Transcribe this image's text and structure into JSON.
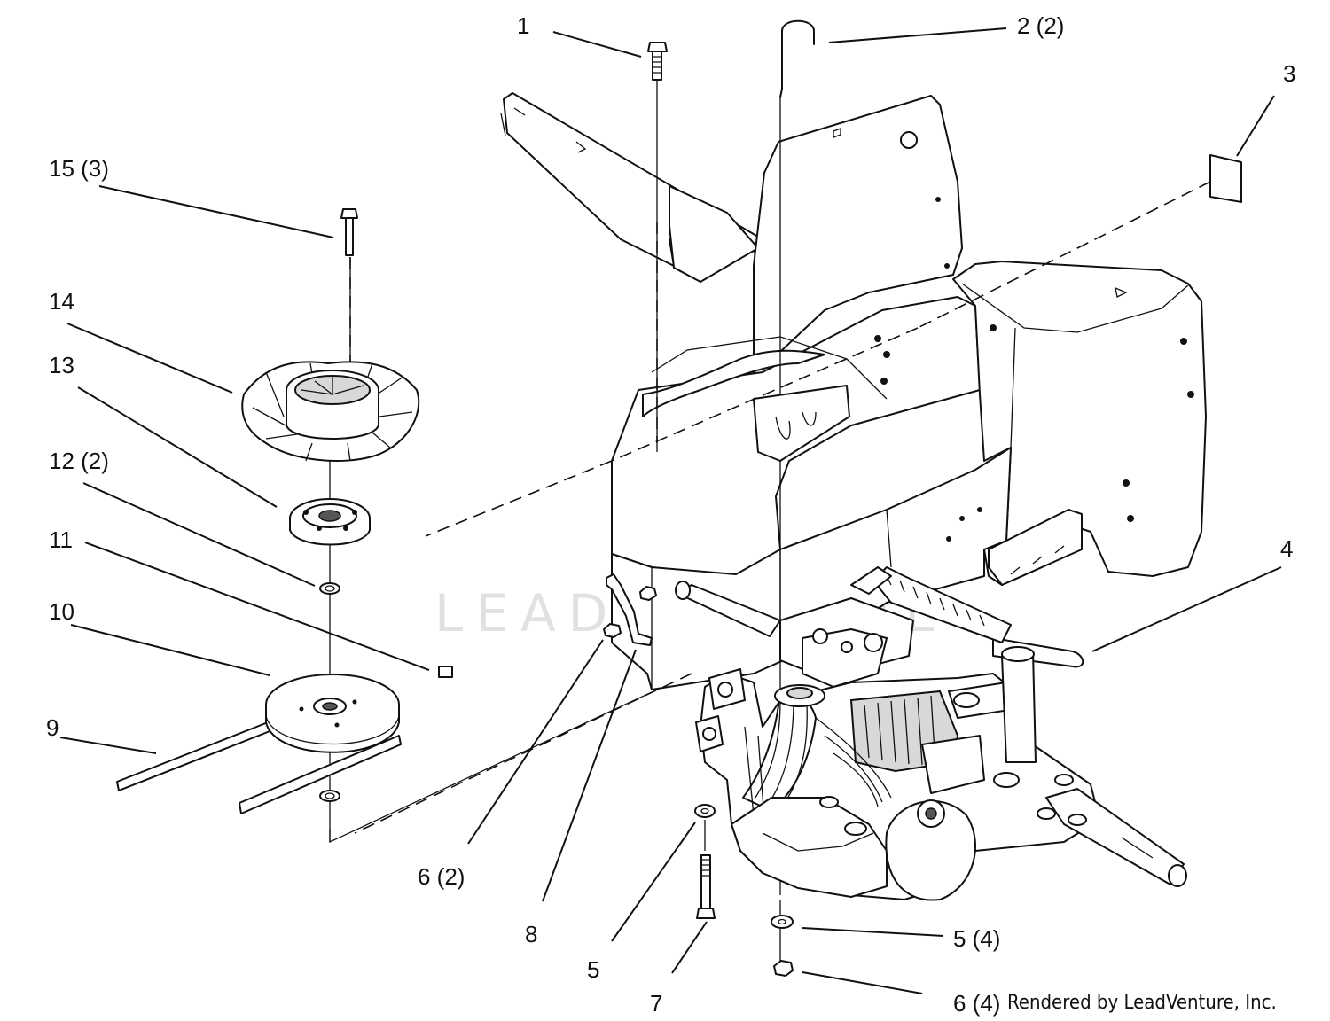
{
  "labels": {
    "l1": "1",
    "l2": "2 (2)",
    "l3": "3",
    "l4": "4",
    "l5a": "5",
    "l5b": "5 (4)",
    "l6a": "6 (2)",
    "l6b": "6 (4)",
    "l7": "7",
    "l8": "8",
    "l9": "9",
    "l10": "10",
    "l11": "11",
    "l12": "12 (2)",
    "l13": "13",
    "l14": "14",
    "l15": "15 (3)"
  },
  "credit": "Rendered by LeadVenture, Inc.",
  "watermark": "LEADVENTURE"
}
